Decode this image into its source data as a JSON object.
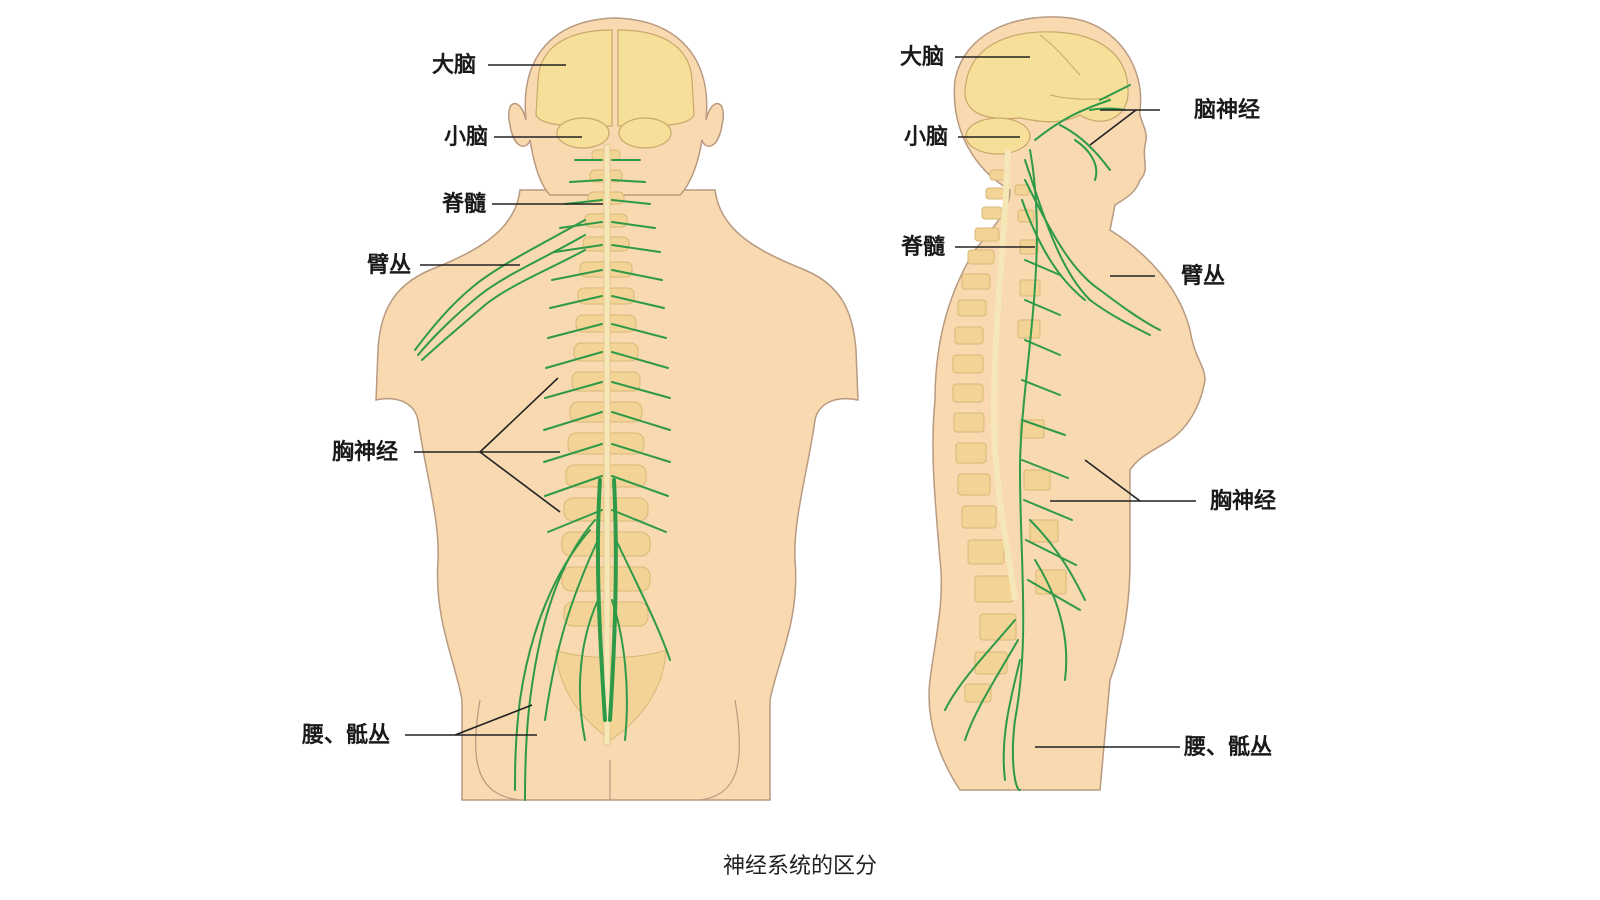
{
  "caption": "神经系统的区分",
  "colors": {
    "skin": "#f8d9b0",
    "skin_outline": "#b89a80",
    "brain": "#f6df98",
    "bone": "#f3d496",
    "nerve": "#2e9a48",
    "leader": "#222222"
  },
  "back_view": {
    "labels": {
      "cerebrum": "大脑",
      "cerebellum": "小脑",
      "spinal_cord": "脊髓",
      "brachial_plexus": "臂丛",
      "thoracic_nerves": "胸神经",
      "lumbosacral_plexus": "腰、骶丛"
    }
  },
  "side_view": {
    "labels": {
      "cerebrum": "大脑",
      "cerebellum": "小脑",
      "cranial_nerves": "脑神经",
      "spinal_cord": "脊髓",
      "brachial_plexus": "臂丛",
      "thoracic_nerves": "胸神经",
      "lumbosacral_plexus": "腰、骶丛"
    }
  }
}
